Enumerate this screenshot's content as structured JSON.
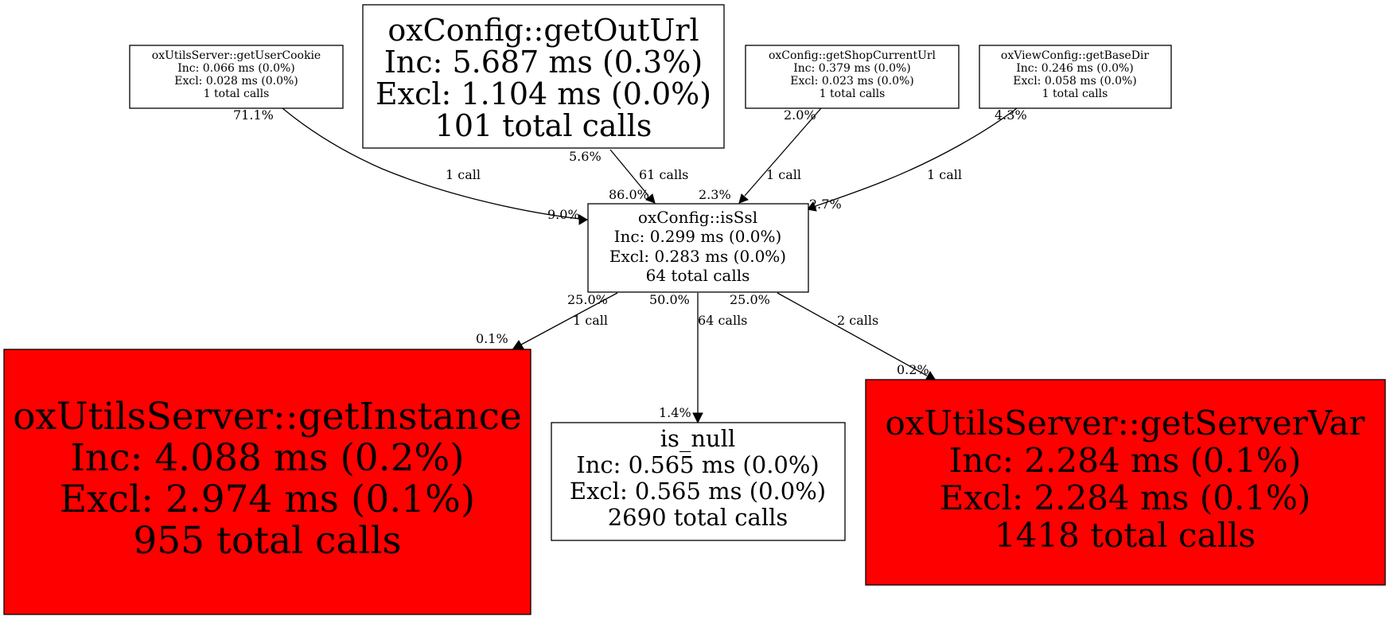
{
  "colors": {
    "hot": "#ff0000",
    "normal": "#ffffff"
  },
  "nodes": {
    "getUserCookie": {
      "name": "oxUtilsServer::getUserCookie",
      "inc": "Inc: 0.066 ms (0.0%)",
      "excl": "Excl: 0.028 ms (0.0%)",
      "calls": "1 total calls"
    },
    "getOutUrl": {
      "name": "oxConfig::getOutUrl",
      "inc": "Inc: 5.687 ms (0.3%)",
      "excl": "Excl: 1.104 ms (0.0%)",
      "calls": "101 total calls"
    },
    "getShopCurrentUrl": {
      "name": "oxConfig::getShopCurrentUrl",
      "inc": "Inc: 0.379 ms (0.0%)",
      "excl": "Excl: 0.023 ms (0.0%)",
      "calls": "1 total calls"
    },
    "getBaseDir": {
      "name": "oxViewConfig::getBaseDir",
      "inc": "Inc: 0.246 ms (0.0%)",
      "excl": "Excl: 0.058 ms (0.0%)",
      "calls": "1 total calls"
    },
    "isSsl": {
      "name": "oxConfig::isSsl",
      "inc": "Inc: 0.299 ms (0.0%)",
      "excl": "Excl: 0.283 ms (0.0%)",
      "calls": "64 total calls"
    },
    "getInstance": {
      "name": "oxUtilsServer::getInstance",
      "inc": "Inc: 4.088 ms (0.2%)",
      "excl": "Excl: 2.974 ms (0.1%)",
      "calls": "955 total calls",
      "hot": true
    },
    "isNull": {
      "name": "is_null",
      "inc": "Inc: 0.565 ms (0.0%)",
      "excl": "Excl: 0.565 ms (0.0%)",
      "calls": "2690 total calls"
    },
    "getServerVar": {
      "name": "oxUtilsServer::getServerVar",
      "inc": "Inc: 2.284 ms (0.1%)",
      "excl": "Excl: 2.284 ms (0.1%)",
      "calls": "1418 total calls",
      "hot": true
    }
  },
  "edges": {
    "cookie_isSsl": {
      "tail": "71.1%",
      "label": "1 call",
      "head": "9.0%"
    },
    "outUrl_isSsl": {
      "tail": "5.6%",
      "label": "61 calls",
      "head": "86.0%"
    },
    "shopUrl_isSsl": {
      "tail": "2.0%",
      "label": "1 call",
      "head": "2.3%"
    },
    "baseDir_isSsl": {
      "tail": "4.3%",
      "label": "1 call",
      "head": "2.7%"
    },
    "isSsl_instance": {
      "tail": "25.0%",
      "label": "1 call",
      "head": "0.1%"
    },
    "isSsl_isNull": {
      "tail": "50.0%",
      "label": "64 calls",
      "head": "1.4%"
    },
    "isSsl_serverVar": {
      "tail": "25.0%",
      "label": "2 calls",
      "head": "0.2%"
    }
  }
}
